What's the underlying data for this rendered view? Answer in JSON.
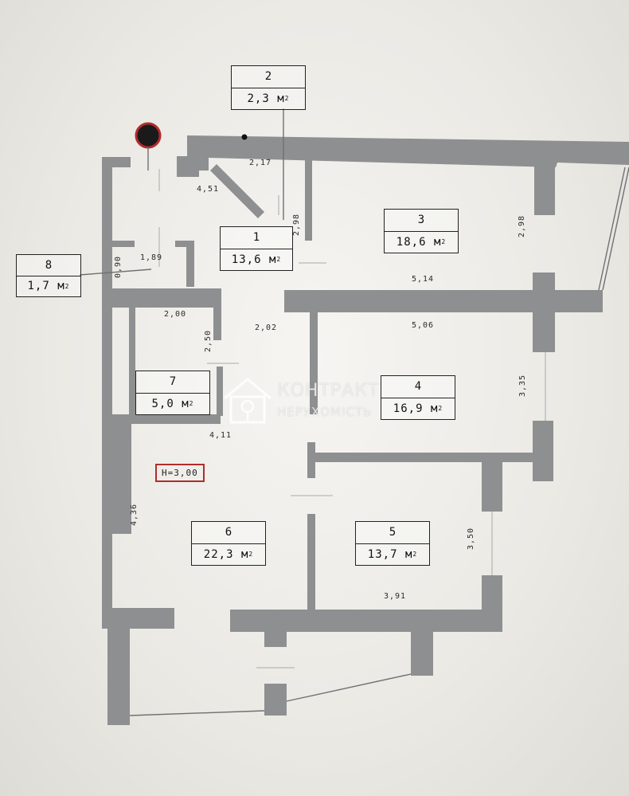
{
  "rooms": [
    {
      "number": "1",
      "area": "13,6 м"
    },
    {
      "number": "2",
      "area": "2,3 м"
    },
    {
      "number": "3",
      "area": "18,6 м"
    },
    {
      "number": "4",
      "area": "16,9 м"
    },
    {
      "number": "5",
      "area": "13,7 м"
    },
    {
      "number": "6",
      "area": "22,3 м"
    },
    {
      "number": "7",
      "area": "5,0 м"
    },
    {
      "number": "8",
      "area": "1,7 м"
    }
  ],
  "area_unit_exponent": "2",
  "ceiling_height": "H=3,00",
  "dimensions": {
    "d_2_17": "2,17",
    "d_4_51": "4,51",
    "d_2_98_a": "2,98",
    "d_2_98_b": "2,98",
    "d_1_89": "1,89",
    "d_0_90": "0,90",
    "d_5_14": "5,14",
    "d_5_06": "5,06",
    "d_2_00": "2,00",
    "d_2_50": "2,50",
    "d_2_02": "2,02",
    "d_3_35": "3,35",
    "d_4_11": "4,11",
    "d_4_36": "4,36",
    "d_3_50": "3,50",
    "d_3_91": "3,91"
  },
  "watermark": {
    "line1": "КОНТРАКТ",
    "line2": "НЕРУХОМІСТЬ"
  },
  "colors": {
    "walls": "#8e8f90",
    "height_frame": "#b12c2c",
    "meter_marker": "#b12c2c"
  }
}
